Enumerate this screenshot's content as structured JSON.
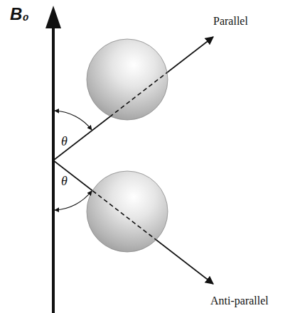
{
  "diagram": {
    "labels": [
      "B₀",
      "Parallel",
      "Anti-parallel",
      "θ",
      "θ"
    ]
  }
}
